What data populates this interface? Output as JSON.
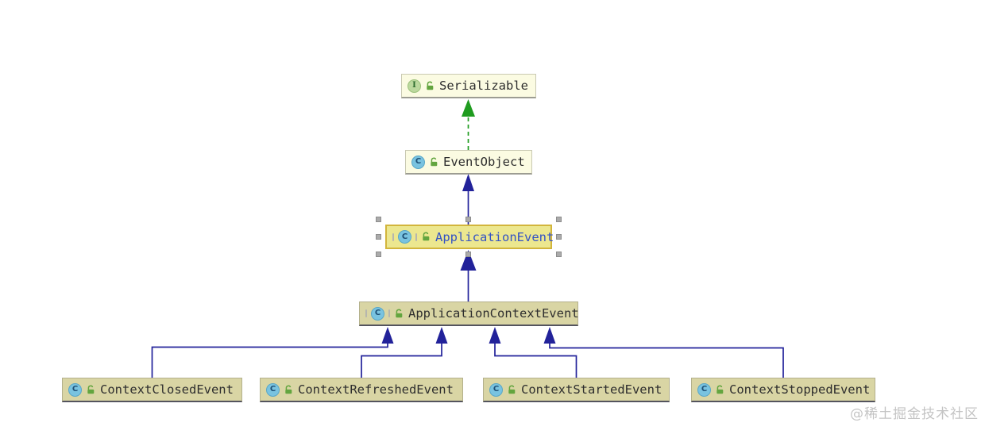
{
  "diagram": {
    "tool": "uml-class-diagram",
    "icon_letters": {
      "interface": "I",
      "class": "C"
    },
    "nodes": [
      {
        "label": "Serializable",
        "type": "interface",
        "visibility": "public",
        "selected": false
      },
      {
        "label": "EventObject",
        "type": "class",
        "visibility": "public",
        "selected": false
      },
      {
        "label": "ApplicationEvent",
        "type": "abstract-class",
        "visibility": "public",
        "selected": true
      },
      {
        "label": "ApplicationContextEvent",
        "type": "abstract-class",
        "visibility": "public",
        "selected": false
      },
      {
        "label": "ContextClosedEvent",
        "type": "class",
        "visibility": "public",
        "selected": false
      },
      {
        "label": "ContextRefreshedEvent",
        "type": "class",
        "visibility": "public",
        "selected": false
      },
      {
        "label": "ContextStartedEvent",
        "type": "class",
        "visibility": "public",
        "selected": false
      },
      {
        "label": "ContextStoppedEvent",
        "type": "class",
        "visibility": "public",
        "selected": false
      }
    ],
    "edges": [
      {
        "from": "EventObject",
        "to": "Serializable",
        "type": "realization"
      },
      {
        "from": "ApplicationEvent",
        "to": "EventObject",
        "type": "inheritance"
      },
      {
        "from": "ApplicationContextEvent",
        "to": "ApplicationEvent",
        "type": "inheritance"
      },
      {
        "from": "ContextClosedEvent",
        "to": "ApplicationContextEvent",
        "type": "inheritance"
      },
      {
        "from": "ContextRefreshedEvent",
        "to": "ApplicationContextEvent",
        "type": "inheritance"
      },
      {
        "from": "ContextStartedEvent",
        "to": "ApplicationContextEvent",
        "type": "inheritance"
      },
      {
        "from": "ContextStoppedEvent",
        "to": "ApplicationContextEvent",
        "type": "inheritance"
      }
    ],
    "colors": {
      "inheritance_edge": "#22229a",
      "realization_edge": "#1f9c1f",
      "node_cream_fill": "#fbfbe2",
      "node_khaki_fill": "#d9d5a4",
      "selected_fill": "#ece78f",
      "selected_border": "#d2b53c",
      "selected_text": "#3352c5",
      "lock_green": "#63a53f"
    }
  },
  "watermark": {
    "text": "@稀土掘金技术社区"
  }
}
